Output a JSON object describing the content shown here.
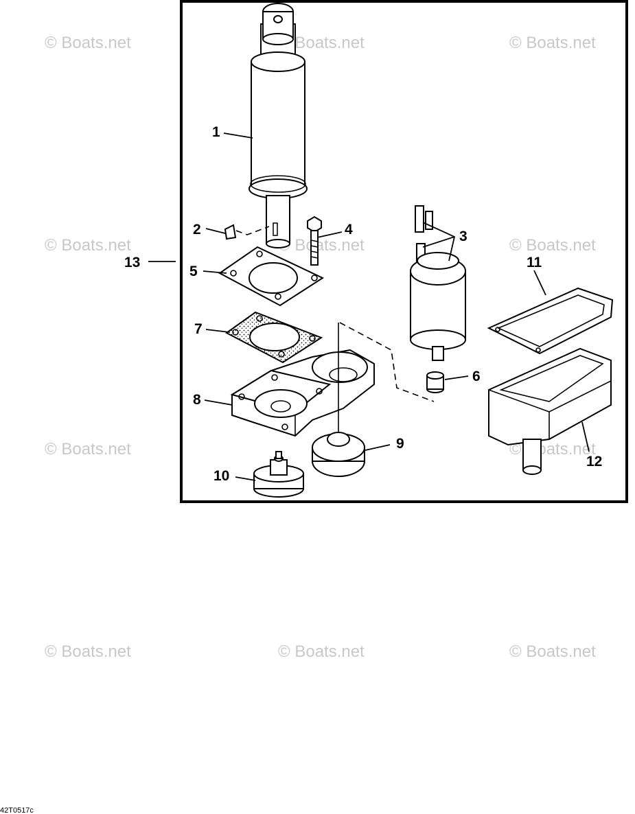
{
  "callouts": {
    "c1": "1",
    "c2": "2",
    "c3": "3",
    "c4": "4",
    "c5": "5",
    "c6": "6",
    "c7": "7",
    "c8": "8",
    "c9": "9",
    "c10": "10",
    "c11": "11",
    "c12": "12",
    "c13": "13"
  },
  "watermark": "© Boats.net",
  "figure_code": "42T0517c"
}
